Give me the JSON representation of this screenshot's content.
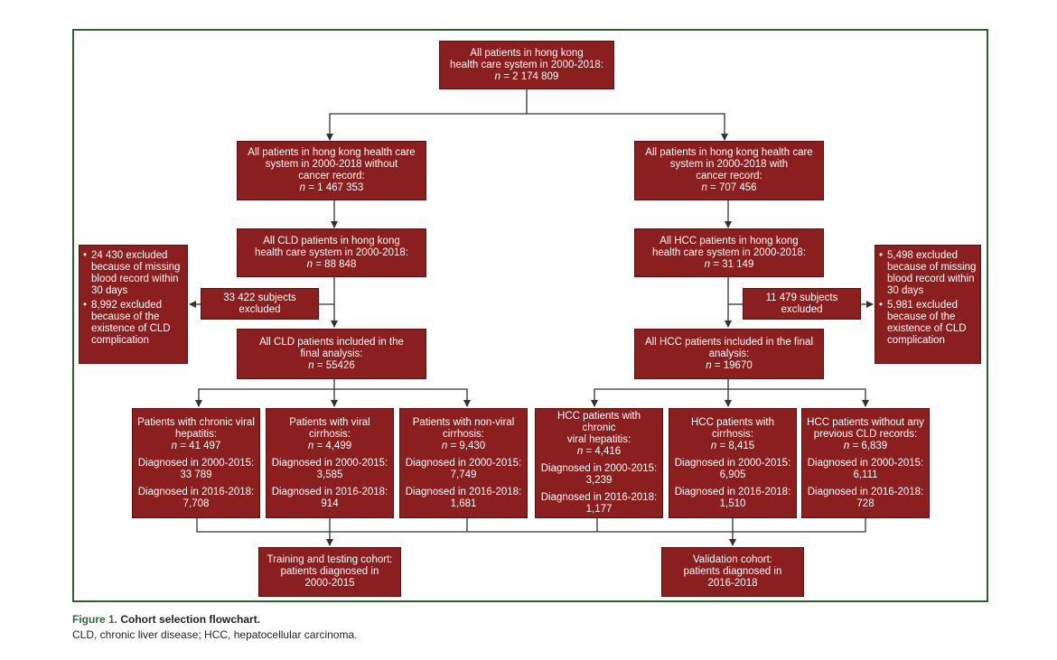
{
  "root": {
    "line1": "All patients in hong kong",
    "line2": "health care system in 2000-2018:",
    "n": "n = 2 174 809"
  },
  "no_cancer": {
    "line1": "All patients in hong kong health care",
    "line2": "system in 2000-2018 without",
    "line3": "cancer record:",
    "n": "n = 1 467 353"
  },
  "with_cancer": {
    "line1": "All patients in hong kong health care",
    "line2": "system in 2000-2018 with",
    "line3": "cancer record:",
    "n": "n = 707 456"
  },
  "cld_all": {
    "line1": "All CLD patients in hong kong",
    "line2": "health care system in 2000-2018:",
    "n": "n = 88 848"
  },
  "hcc_all": {
    "line1": "All HCC patients in hong kong",
    "line2": "health care system in 2000-2018:",
    "n": "n = 31 149"
  },
  "cld_excluded": {
    "line1": "33 422 subjects",
    "line2": "excluded"
  },
  "hcc_excluded": {
    "line1": "11 479 subjects",
    "line2": "excluded"
  },
  "cld_reasons": {
    "a1": "24 430 excluded",
    "a2": "because of missing",
    "a3": "blood record within",
    "a4": "30 days",
    "b1": "8,992 excluded",
    "b2": "because of the",
    "b3": "existence of CLD",
    "b4": "complication"
  },
  "hcc_reasons": {
    "a1": "5,498 excluded",
    "a2": "because of missing",
    "a3": "blood record within",
    "a4": "30 days",
    "b1": "5,981 excluded",
    "b2": "because of the",
    "b3": "existence of CLD",
    "b4": "complication"
  },
  "cld_final": {
    "line1": "All CLD patients included in the",
    "line2": "final analysis:",
    "n": "n = 55426"
  },
  "hcc_final": {
    "line1": "All HCC patients included in the final",
    "line2": "analysis:",
    "n": "n = 19670"
  },
  "groups": [
    {
      "t1": "Patients with chronic viral",
      "t2": "hepatitis:",
      "n": "n = 41 497",
      "d1": "Diagnosed in 2000-2015:",
      "v1": "33 789",
      "d2": "Diagnosed in 2016-2018:",
      "v2": "7,708"
    },
    {
      "t1": "Patients with viral",
      "t2": "cirrhosis:",
      "n": "n = 4,499",
      "d1": "Diagnosed in 2000-2015:",
      "v1": "3,585",
      "d2": "Diagnosed in 2016-2018:",
      "v2": "914"
    },
    {
      "t1": "Patients with non-viral",
      "t2": "cirrhosis:",
      "n": "n = 9,430",
      "d1": "Diagnosed in 2000-2015:",
      "v1": "7,749",
      "d2": "Diagnosed in 2016-2018:",
      "v2": "1,681"
    },
    {
      "t1": "HCC patients with chronic",
      "t2": "viral hepatitis:",
      "n": "n = 4,416",
      "d1": "Diagnosed in 2000-2015:",
      "v1": "3,239",
      "d2": "Diagnosed in 2016-2018:",
      "v2": "1,177"
    },
    {
      "t1": "HCC patients with",
      "t2": "cirrhosis:",
      "n": "n = 8,415",
      "d1": "Diagnosed in 2000-2015:",
      "v1": "6,905",
      "d2": "Diagnosed in 2016-2018:",
      "v2": "1,510"
    },
    {
      "t1": "HCC patients without any",
      "t2": "previous CLD records:",
      "n": "n = 6,839",
      "d1": "Diagnosed in 2000-2015:",
      "v1": "6,111",
      "d2": "Diagnosed in 2016-2018:",
      "v2": "728"
    }
  ],
  "training": {
    "line1": "Training and testing cohort:",
    "line2": "patients diagnosed in",
    "line3": "2000-2015"
  },
  "validation": {
    "line1": "Validation cohort:",
    "line2": "patients diagnosed in",
    "line3": "2016-2018"
  },
  "caption": {
    "label": "Figure 1.",
    "title": "Cohort selection flowchart.",
    "note": "CLD, chronic liver disease; HCC, hepatocellular carcinoma."
  },
  "colors": {
    "box": "#8b1e1e",
    "frame": "#2f5f33",
    "caption_label": "#2e6b3a"
  }
}
